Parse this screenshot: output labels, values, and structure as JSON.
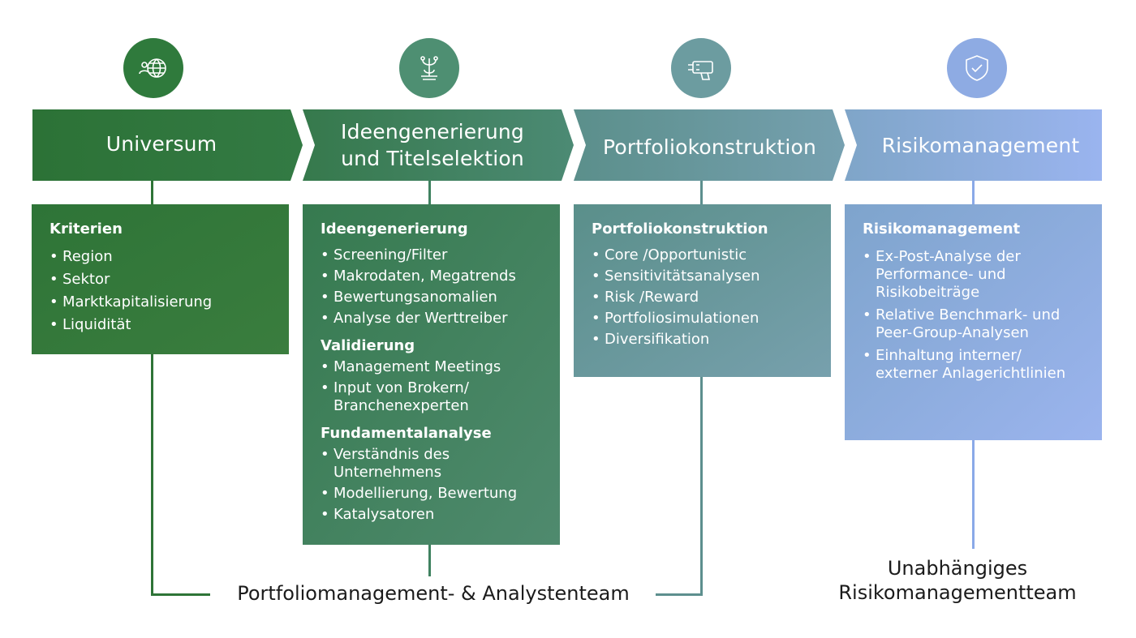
{
  "colors": {
    "stage1": "#2e7437",
    "stage2": "#3f8260",
    "stage3": "#5d8f8e",
    "stage4": "#8aa9e8",
    "circle1": "#2f7a3c",
    "circle2": "#4e8f72",
    "circle3": "#6c9ca0",
    "circle4": "#8eabe3"
  },
  "icons": [
    "people-globe-icon",
    "plant-growth-icon",
    "drill-tool-icon",
    "shield-check-icon"
  ],
  "stages": [
    {
      "title": "Universum",
      "box_sections": [
        {
          "heading": "Kriterien",
          "items": [
            "Region",
            "Sektor",
            "Marktkapitalisierung",
            "Liquidität"
          ]
        }
      ]
    },
    {
      "title": "Ideengenerierung\nund Titelselektion",
      "box_sections": [
        {
          "heading": "Ideengenerierung",
          "items": [
            "Screening/Filter",
            "Makrodaten, Megatrends",
            "Bewertungsanomalien",
            "Analyse der Werttreiber"
          ]
        },
        {
          "heading": "Validierung",
          "items": [
            "Management Meetings",
            "Input von Brokern/\nBranchenexperten"
          ]
        },
        {
          "heading": "Fundamentalanalyse",
          "items": [
            "Verständnis des\nUnternehmens",
            "Modellierung, Bewertung",
            "Katalysatoren"
          ]
        }
      ]
    },
    {
      "title": "Portfoliokonstruktion",
      "box_sections": [
        {
          "heading": "Portfoliokonstruktion",
          "items": [
            "Core /Opportunistic",
            "Sensitivitätsanalysen",
            "Risk /Reward",
            "Portfoliosimulationen",
            "Diversifikation"
          ]
        }
      ]
    },
    {
      "title": "Risikomanagement",
      "box_sections": [
        {
          "heading": "Risikomanagement",
          "items": [
            "Ex-Post-Analyse der\nPerformance- und\nRisikobeiträge",
            "Relative Benchmark- und\nPeer-Group-Analysen",
            "Einhaltung interner/\nexterner Anlagerichtlinien"
          ]
        }
      ]
    }
  ],
  "teams": {
    "pm_team": "Portfoliomanagement- & Analystenteam",
    "risk_team": "Unabhängiges\nRisikomanagementteam"
  }
}
